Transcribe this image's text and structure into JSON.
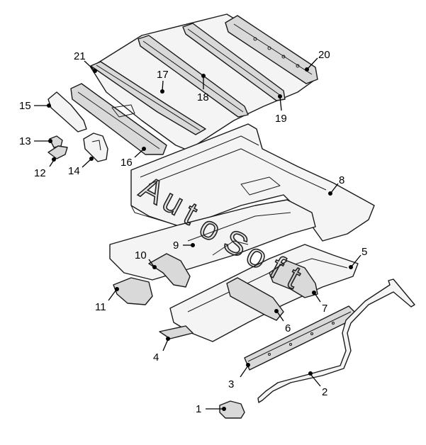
{
  "diagram": {
    "watermark": {
      "letters": [
        "A",
        "u",
        "t",
        "o",
        "S",
        "o",
        "f",
        "t"
      ]
    },
    "callouts": [
      {
        "id": "1",
        "label": "1"
      },
      {
        "id": "2",
        "label": "2"
      },
      {
        "id": "3",
        "label": "3"
      },
      {
        "id": "4",
        "label": "4"
      },
      {
        "id": "5",
        "label": "5"
      },
      {
        "id": "6",
        "label": "6"
      },
      {
        "id": "7",
        "label": "7"
      },
      {
        "id": "8",
        "label": "8"
      },
      {
        "id": "9",
        "label": "9"
      },
      {
        "id": "10",
        "label": "10"
      },
      {
        "id": "11",
        "label": "11"
      },
      {
        "id": "12",
        "label": "12"
      },
      {
        "id": "13",
        "label": "13"
      },
      {
        "id": "14",
        "label": "14"
      },
      {
        "id": "15",
        "label": "15"
      },
      {
        "id": "16",
        "label": "16"
      },
      {
        "id": "17",
        "label": "17"
      },
      {
        "id": "18",
        "label": "18"
      },
      {
        "id": "19",
        "label": "19"
      },
      {
        "id": "20",
        "label": "20"
      },
      {
        "id": "21",
        "label": "21"
      }
    ]
  }
}
